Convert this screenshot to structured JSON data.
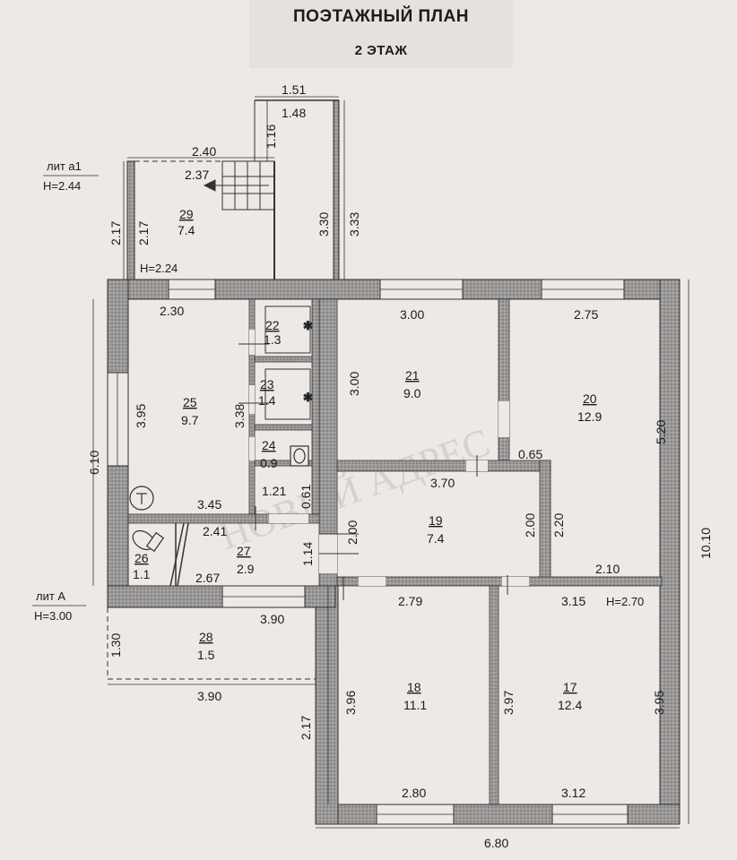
{
  "header": {
    "title": "ПОЭТАЖНЫЙ ПЛАН",
    "subtitle": "2 ЭТАЖ"
  },
  "watermark": "НОВЫЙ АДРЕС",
  "labels": {
    "lit_a1": "лит а1",
    "h_a1": "H=2.44",
    "lit_A": "лит А",
    "h_A": "H=3.00",
    "h_224": "H=2.24",
    "h_270": "H=2.70"
  },
  "rooms": [
    {
      "id": "17",
      "area": "12.4"
    },
    {
      "id": "18",
      "area": "11.1"
    },
    {
      "id": "19",
      "area": "7.4"
    },
    {
      "id": "20",
      "area": "12.9"
    },
    {
      "id": "21",
      "area": "9.0"
    },
    {
      "id": "22",
      "area": "1.3"
    },
    {
      "id": "23",
      "area": "1.4"
    },
    {
      "id": "24",
      "area": "0.9"
    },
    {
      "id": "25",
      "area": "9.7"
    },
    {
      "id": "26",
      "area": "1.1"
    },
    {
      "id": "27",
      "area": "2.9"
    },
    {
      "id": "28",
      "area": "1.5"
    },
    {
      "id": "29",
      "area": "7.4"
    }
  ],
  "dimensions": {
    "d_151": "1.51",
    "d_148": "1.48",
    "d_116": "1.16",
    "d_240": "2.40",
    "d_237": "2.37",
    "d_217a": "2.17",
    "d_217b": "2.17",
    "d_330": "3.30",
    "d_333": "3.33",
    "d_230": "2.30",
    "d_300a": "3.00",
    "d_275": "2.75",
    "d_300b": "3.00",
    "d_395a": "3.95",
    "d_338": "3.38",
    "d_520": "5.20",
    "d_610": "6.10",
    "d_065": "0.65",
    "d_370": "3.70",
    "d_121": "1.21",
    "d_061": "0.61",
    "d_345": "3.45",
    "d_241": "2.41",
    "d_200a": "2.00",
    "d_200b": "2.00",
    "d_220": "2.20",
    "d_114": "1.14",
    "d_267": "2.67",
    "d_210": "2.10",
    "d_1010": "10.10",
    "d_279": "2.79",
    "d_315": "3.15",
    "d_390a": "3.90",
    "d_130": "1.30",
    "d_390b": "3.90",
    "d_396": "3.96",
    "d_397": "3.97",
    "d_395b": "3.95",
    "d_217c": "2.17",
    "d_280": "2.80",
    "d_312": "3.12",
    "d_680": "6.80"
  }
}
